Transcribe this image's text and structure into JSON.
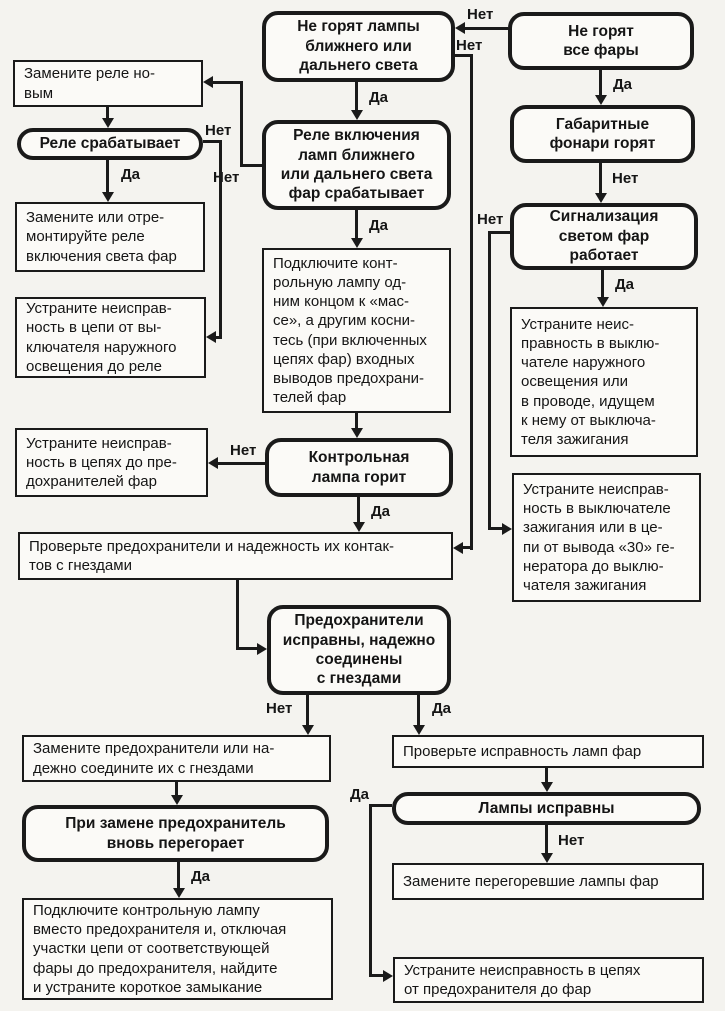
{
  "labels": {
    "yes": "Да",
    "no": "Нет"
  },
  "nodes": {
    "no_low_high_beams": {
      "text": "Не горят лампы\nближнего или\nдальнего света"
    },
    "no_all_lamps": {
      "text": "Не горят\nвсе фары"
    },
    "side_lights_on": {
      "text": "Габаритные\nфонари горят"
    },
    "flash_signal_works": {
      "text": "Сигнализация\nсветом фар\nработает"
    },
    "relay_switch_works": {
      "text": "Реле включения\nламп ближнего\nили дальнего света\nфар срабатывает"
    },
    "replace_relay": {
      "text": "Замените реле но-\nвым"
    },
    "relay_works": {
      "text": "Реле срабатывает"
    },
    "replace_repair_relay": {
      "text": "Замените или отре-\nмонтируйте реле\nвключения света фар"
    },
    "fix_circuit_switch_to_relay": {
      "text": "Устраните неисправ-\nность в цепи от вы-\nключателя наружного\nосвещения до реле"
    },
    "connect_test_lamp": {
      "text": "Подключите конт-\nрольную лампу од-\nним концом к «мас-\nсе», а другим косни-\nтесь (при включенных\nцепях фар) входных\nвыводов предохрани-\nтелей фар"
    },
    "fix_circuits_to_fuses": {
      "text": "Устраните неисправ-\nность в цепях до пре-\nдохранителей фар"
    },
    "test_lamp_lights": {
      "text": "Контрольная\nлампа горит"
    },
    "check_fuses": {
      "text": "Проверьте предохранители и надежность их контак-\nтов с гнездами"
    },
    "fix_ext_light_switch": {
      "text": "Устраните неис-\nправность в выклю-\nчателе наружного\nосвещения или\nв проводе, идущем\nк нему от выключа-\nтеля зажигания"
    },
    "fix_ignition_switch": {
      "text": "Устраните неисправ-\nность в выключателе\nзажигания или в це-\nпи от вывода «30» ге-\nнератора до выклю-\nчателя зажигания"
    },
    "fuses_ok": {
      "text": "Предохранители\nисправны, надежно\nсоединены\nс гнездами"
    },
    "replace_fuses": {
      "text": "Замените предохранители или на-\nдежно соедините их с гнездами"
    },
    "fuse_blows_again": {
      "text": "При замене предохранитель\nвновь перегорает"
    },
    "find_short": {
      "text": "Подключите контрольную лампу\nвместо предохранителя и, отключая\nучастки цепи от соответствующей\nфары до предохранителя, найдите\nи устраните короткое замыкание"
    },
    "check_lamps": {
      "text": "Проверьте исправность ламп фар"
    },
    "lamps_ok": {
      "text": "Лампы исправны"
    },
    "replace_lamps": {
      "text": "Замените перегоревшие лампы фар"
    },
    "fix_fuse_to_lamps": {
      "text": "Устраните неисправность в цепях\nот предохранителя до фар"
    }
  }
}
